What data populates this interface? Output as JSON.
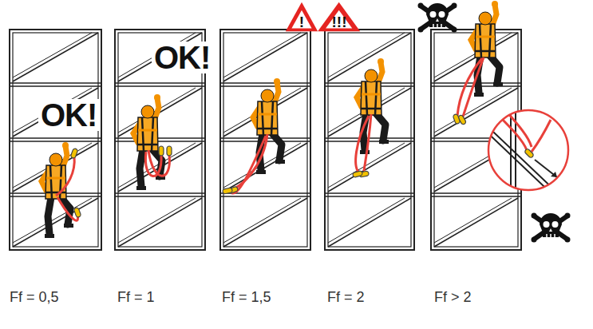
{
  "diagram": {
    "nodes": [
      {
        "text": [
          "!"
        ]
      },
      {
        "text": [
          "!!!"
        ]
      }
    ],
    "labels": [
      "OK!",
      "OK!",
      "Ff = 0,5",
      "Ff = 1",
      "Ff = 1,5",
      "Ff = 2",
      "Ff > 2"
    ]
  }
}
